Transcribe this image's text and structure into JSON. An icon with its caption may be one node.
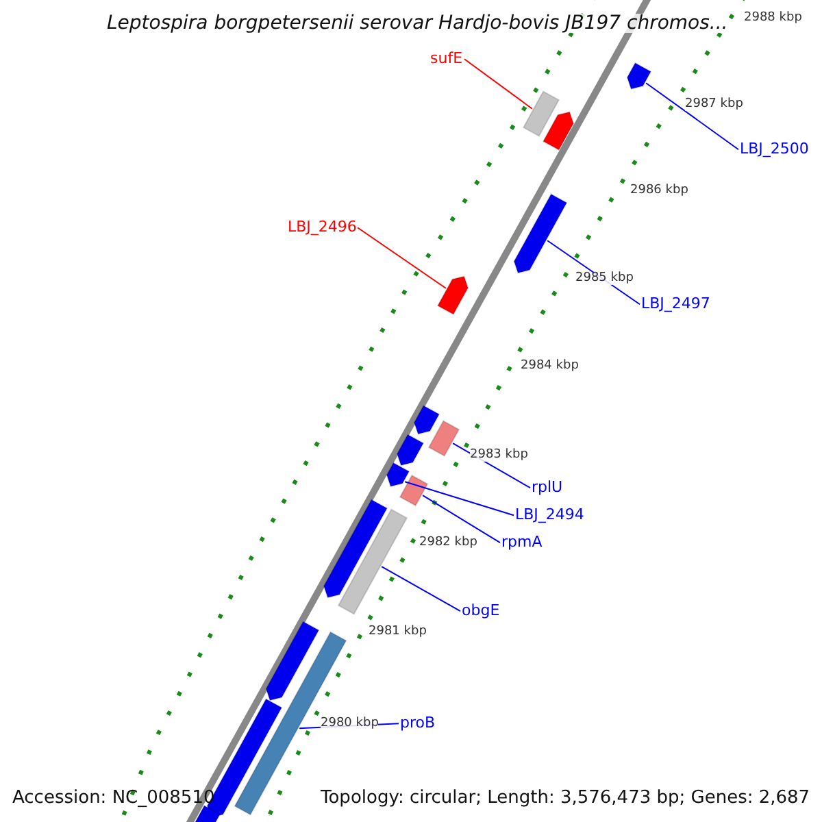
{
  "diagram": {
    "title": "Leptospira borgpetersenii serovar Hardjo-bovis JB197 chromos...",
    "nodes": [
      {
        "text": [
          "sufE"
        ]
      },
      {
        "text": [
          "LBJ_2500"
        ]
      },
      {
        "text": [
          "LBJ_2496"
        ]
      },
      {
        "text": [
          "LBJ_2497"
        ]
      },
      {
        "text": [
          "rplU"
        ]
      },
      {
        "text": [
          "LBJ_2494"
        ]
      },
      {
        "text": [
          "rpmA"
        ]
      },
      {
        "text": [
          "obgE"
        ]
      },
      {
        "text": [
          "proB"
        ]
      },
      {
        "text": [],
        "shape": "bar"
      },
      {
        "text": [],
        "shape": "bar"
      },
      {
        "text": [],
        "shape": "bar"
      },
      {
        "text": [],
        "shape": "bar"
      },
      {
        "text": [],
        "shape": "bar"
      },
      {
        "text": [],
        "shape": "bar"
      },
      {
        "text": [],
        "shape": "bar"
      },
      {
        "text": [],
        "shape": "bar"
      },
      {
        "text": [],
        "shape": "bar"
      },
      {
        "text": [],
        "shape": "bar"
      },
      {
        "text": [],
        "shape": "bar"
      },
      {
        "text": [],
        "shape": "bar"
      },
      {
        "text": [],
        "shape": "bar"
      },
      {
        "text": [],
        "shape": "bar"
      },
      {
        "text": [],
        "shape": "bar"
      },
      {
        "text": [],
        "shape": "bar"
      }
    ],
    "edges": [
      {
        "from": 0,
        "to": 10,
        "arrow": "none",
        "color": "#ff0000"
      },
      {
        "from": 1,
        "to": 9,
        "arrow": "none"
      },
      {
        "from": 2,
        "to": 13,
        "arrow": "none",
        "color": "#ff0000"
      },
      {
        "from": 3,
        "to": 12,
        "arrow": "none"
      },
      {
        "from": 4,
        "to": 15,
        "arrow": "none"
      },
      {
        "from": 5,
        "to": 17,
        "arrow": "none"
      },
      {
        "from": 6,
        "to": 18,
        "arrow": "none"
      },
      {
        "from": 7,
        "to": 20,
        "arrow": "none"
      },
      {
        "from": 8,
        "to": 22,
        "arrow": "none"
      }
    ],
    "labels": [
      "2988 kbp",
      "2987 kbp",
      "2986 kbp",
      "2985 kbp",
      "2984 kbp",
      "2983 kbp",
      "2982 kbp",
      "2981 kbp",
      "2980 kbp",
      "Accession: NC_008510",
      "Topology: circular; Length: 3,576,473 bp; Genes: 2,687"
    ]
  }
}
